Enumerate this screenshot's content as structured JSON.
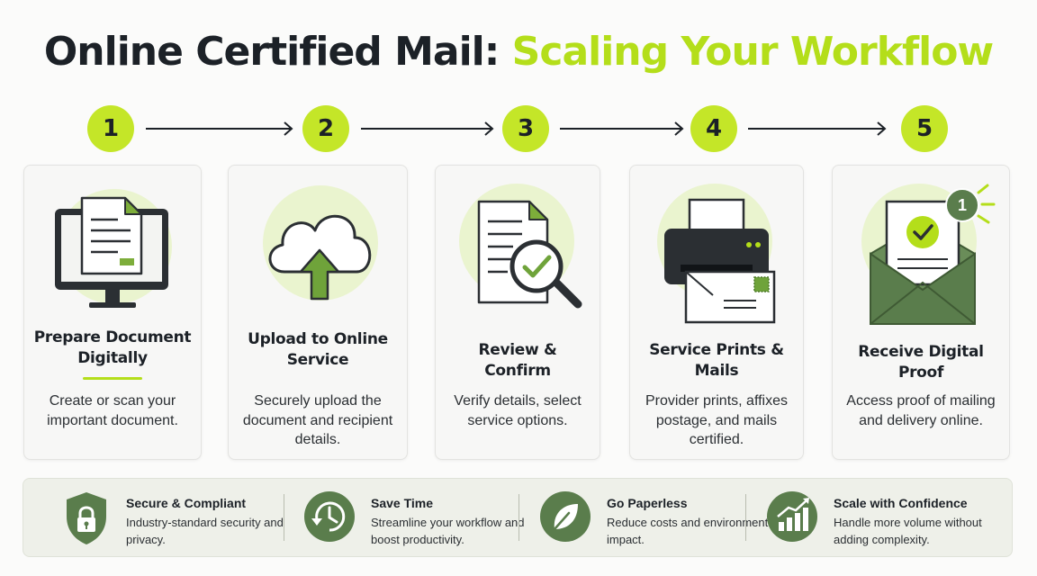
{
  "title": {
    "part1": "Online Certified Mail:",
    "part2": "Scaling Your Workflow"
  },
  "colors": {
    "accent": "#c4e628",
    "accent_text": "#b4de1a",
    "green_dark": "#5a7d4c",
    "dark": "#1c2127"
  },
  "steps": [
    {
      "number": "1",
      "title": "Prepare Document Digitally",
      "description": "Create or scan your important document.",
      "icon": "monitor-document-icon"
    },
    {
      "number": "2",
      "title": "Upload to Online Service",
      "description": "Securely upload the document and recipient details.",
      "icon": "cloud-upload-icon"
    },
    {
      "number": "3",
      "title": "Review & Confirm",
      "description": "Verify details, select service options.",
      "icon": "document-magnifier-check-icon"
    },
    {
      "number": "4",
      "title": "Service Prints & Mails",
      "description": "Provider prints, affixes postage, and mails certified.",
      "icon": "printer-envelope-icon"
    },
    {
      "number": "5",
      "title": "Receive Digital Proof",
      "description": "Access proof of mailing and delivery online.",
      "icon": "envelope-proof-icon",
      "badge": "1"
    }
  ],
  "benefits": [
    {
      "title": "Secure & Compliant",
      "description": "Industry-standard security and privacy.",
      "icon": "shield-lock-icon"
    },
    {
      "title": "Save Time",
      "description": "Streamline your workflow and boost productivity.",
      "icon": "clock-refresh-icon"
    },
    {
      "title": "Go Paperless",
      "description": "Reduce costs and environmental impact.",
      "icon": "leaf-icon"
    },
    {
      "title": "Scale with Confidence",
      "description": "Handle more volume without adding complexity.",
      "icon": "growth-chart-icon"
    }
  ]
}
